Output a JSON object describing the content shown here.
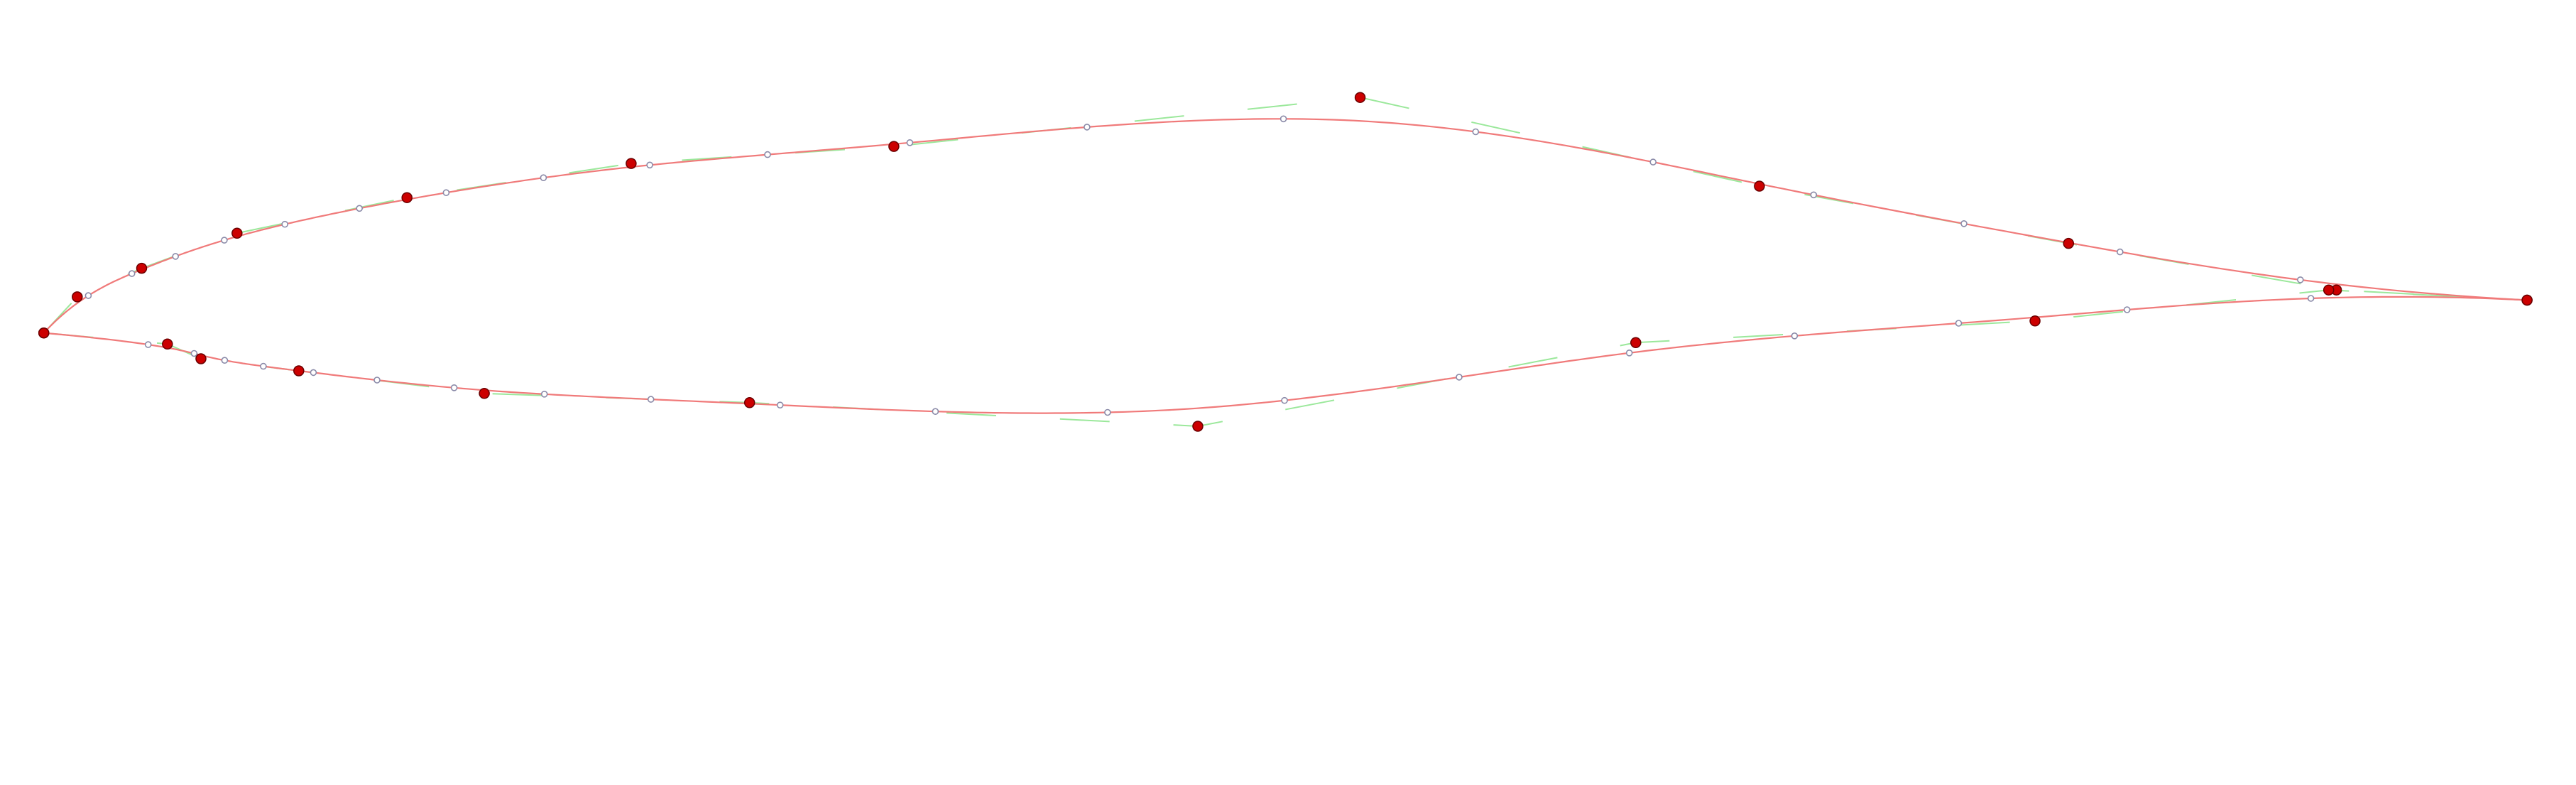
{
  "colors": {
    "background": "#ffffff",
    "curve": "#f07a7a",
    "control_polygon": "#9be89b",
    "control_point_fill": "#cc0000",
    "control_point_stroke": "#6a0000",
    "sample_point_stroke": "#8a8aa8"
  },
  "diagram": {
    "type": "airfoil-spline",
    "upper_control_points": [
      [
        0.981,
        0.45
      ],
      [
        0.907,
        0.428
      ],
      [
        0.803,
        0.327
      ],
      [
        0.683,
        0.203
      ],
      [
        0.528,
        0.011
      ],
      [
        0.347,
        0.117
      ],
      [
        0.245,
        0.154
      ],
      [
        0.158,
        0.228
      ],
      [
        0.092,
        0.305
      ],
      [
        0.055,
        0.381
      ],
      [
        0.03,
        0.443
      ],
      [
        0.017,
        0.521
      ]
    ],
    "lower_control_points": [
      [
        0.017,
        0.521
      ],
      [
        0.065,
        0.545
      ],
      [
        0.078,
        0.577
      ],
      [
        0.116,
        0.603
      ],
      [
        0.188,
        0.652
      ],
      [
        0.291,
        0.672
      ],
      [
        0.465,
        0.723
      ],
      [
        0.635,
        0.542
      ],
      [
        0.79,
        0.495
      ],
      [
        0.904,
        0.428
      ],
      [
        0.981,
        0.45
      ]
    ]
  }
}
